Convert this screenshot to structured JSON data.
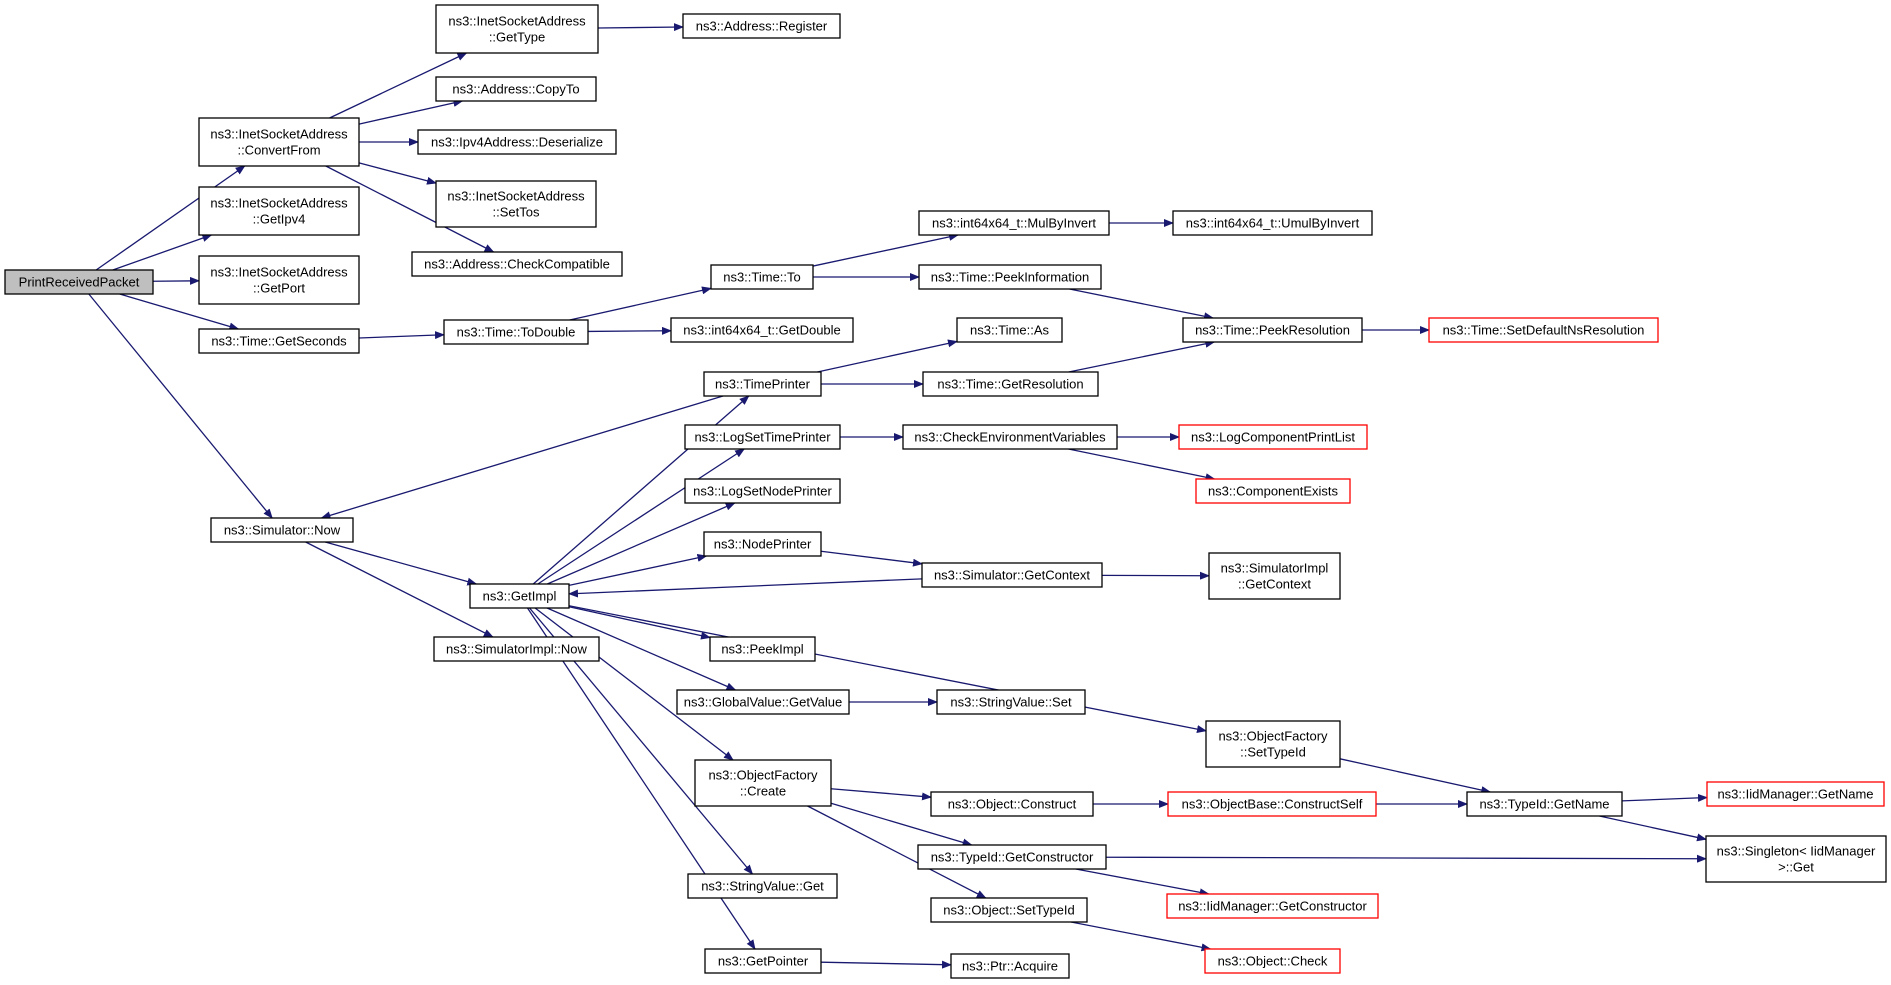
{
  "colors": {
    "edge": "#191970",
    "box_border": "#000000",
    "root_fill": "#bfbfbf",
    "incomplete_border": "#ff0000"
  },
  "nodes": [
    {
      "id": "root",
      "lines": [
        "PrintReceivedPacket"
      ],
      "root": true
    },
    {
      "id": "inet_convert",
      "lines": [
        "ns3::InetSocketAddress",
        "::ConvertFrom"
      ]
    },
    {
      "id": "inet_getipv4",
      "lines": [
        "ns3::InetSocketAddress",
        "::GetIpv4"
      ]
    },
    {
      "id": "inet_getport",
      "lines": [
        "ns3::InetSocketAddress",
        "::GetPort"
      ]
    },
    {
      "id": "time_getseconds",
      "lines": [
        "ns3::Time::GetSeconds"
      ]
    },
    {
      "id": "sim_now",
      "lines": [
        "ns3::Simulator::Now"
      ]
    },
    {
      "id": "inet_gettype",
      "lines": [
        "ns3::InetSocketAddress",
        "::GetType"
      ]
    },
    {
      "id": "addr_register",
      "lines": [
        "ns3::Address::Register"
      ]
    },
    {
      "id": "addr_copyto",
      "lines": [
        "ns3::Address::CopyTo"
      ]
    },
    {
      "id": "ipv4_deser",
      "lines": [
        "ns3::Ipv4Address::Deserialize"
      ]
    },
    {
      "id": "inet_settos",
      "lines": [
        "ns3::InetSocketAddress",
        "::SetTos"
      ]
    },
    {
      "id": "addr_checkcompat",
      "lines": [
        "ns3::Address::CheckCompatible"
      ]
    },
    {
      "id": "time_todouble",
      "lines": [
        "ns3::Time::ToDouble"
      ]
    },
    {
      "id": "int64_getdouble",
      "lines": [
        "ns3::int64x64_t::GetDouble"
      ]
    },
    {
      "id": "time_to",
      "lines": [
        "ns3::Time::To"
      ]
    },
    {
      "id": "int64_mulbyinvert",
      "lines": [
        "ns3::int64x64_t::MulByInvert"
      ]
    },
    {
      "id": "int64_umulbyinvert",
      "lines": [
        "ns3::int64x64_t::UmulByInvert"
      ]
    },
    {
      "id": "time_peekinfo",
      "lines": [
        "ns3::Time::PeekInformation"
      ]
    },
    {
      "id": "time_peekres",
      "lines": [
        "ns3::Time::PeekResolution"
      ]
    },
    {
      "id": "time_setdefault",
      "lines": [
        "ns3::Time::SetDefaultNsResolution"
      ],
      "incomplete": true
    },
    {
      "id": "time_as",
      "lines": [
        "ns3::Time::As"
      ]
    },
    {
      "id": "timeprinter",
      "lines": [
        "ns3::TimePrinter"
      ]
    },
    {
      "id": "time_getres",
      "lines": [
        "ns3::Time::GetResolution"
      ]
    },
    {
      "id": "logsettimeprinter",
      "lines": [
        "ns3::LogSetTimePrinter"
      ]
    },
    {
      "id": "checkenv",
      "lines": [
        "ns3::CheckEnvironmentVariables"
      ]
    },
    {
      "id": "logcompprint",
      "lines": [
        "ns3::LogComponentPrintList"
      ],
      "incomplete": true
    },
    {
      "id": "compexists",
      "lines": [
        "ns3::ComponentExists"
      ],
      "incomplete": true
    },
    {
      "id": "logsetnodeprinter",
      "lines": [
        "ns3::LogSetNodePrinter"
      ]
    },
    {
      "id": "nodeprinter",
      "lines": [
        "ns3::NodePrinter"
      ]
    },
    {
      "id": "sim_getcontext",
      "lines": [
        "ns3::Simulator::GetContext"
      ]
    },
    {
      "id": "simimpl_getcontext",
      "lines": [
        "ns3::SimulatorImpl",
        "::GetContext"
      ]
    },
    {
      "id": "getimpl",
      "lines": [
        "ns3::GetImpl"
      ]
    },
    {
      "id": "simimpl_now",
      "lines": [
        "ns3::SimulatorImpl::Now"
      ]
    },
    {
      "id": "peekimpl",
      "lines": [
        "ns3::PeekImpl"
      ]
    },
    {
      "id": "gv_getvalue",
      "lines": [
        "ns3::GlobalValue::GetValue"
      ]
    },
    {
      "id": "sv_set",
      "lines": [
        "ns3::StringValue::Set"
      ]
    },
    {
      "id": "of_settypeid",
      "lines": [
        "ns3::ObjectFactory",
        "::SetTypeId"
      ]
    },
    {
      "id": "typeid_getname",
      "lines": [
        "ns3::TypeId::GetName"
      ]
    },
    {
      "id": "iid_getname",
      "lines": [
        "ns3::IidManager::GetName"
      ],
      "incomplete": true
    },
    {
      "id": "of_create",
      "lines": [
        "ns3::ObjectFactory",
        "::Create"
      ]
    },
    {
      "id": "obj_construct",
      "lines": [
        "ns3::Object::Construct"
      ]
    },
    {
      "id": "objbase_constructself",
      "lines": [
        "ns3::ObjectBase::ConstructSelf"
      ],
      "incomplete": true
    },
    {
      "id": "typeid_getctor",
      "lines": [
        "ns3::TypeId::GetConstructor"
      ]
    },
    {
      "id": "singleton_get",
      "lines": [
        "ns3::Singleton< IidManager",
        " >::Get"
      ]
    },
    {
      "id": "iid_getctor",
      "lines": [
        "ns3::IidManager::GetConstructor"
      ],
      "incomplete": true
    },
    {
      "id": "sv_get",
      "lines": [
        "ns3::StringValue::Get"
      ]
    },
    {
      "id": "obj_settypeid",
      "lines": [
        "ns3::Object::SetTypeId"
      ]
    },
    {
      "id": "obj_check",
      "lines": [
        "ns3::Object::Check"
      ],
      "incomplete": true
    },
    {
      "id": "getpointer",
      "lines": [
        "ns3::GetPointer"
      ]
    },
    {
      "id": "ptr_acquire",
      "lines": [
        "ns3::Ptr::Acquire"
      ]
    }
  ],
  "edges": [
    [
      "root",
      "inet_convert"
    ],
    [
      "root",
      "inet_getipv4"
    ],
    [
      "root",
      "inet_getport"
    ],
    [
      "root",
      "time_getseconds"
    ],
    [
      "root",
      "sim_now"
    ],
    [
      "inet_convert",
      "inet_gettype"
    ],
    [
      "inet_convert",
      "addr_copyto"
    ],
    [
      "inet_convert",
      "ipv4_deser"
    ],
    [
      "inet_convert",
      "inet_settos"
    ],
    [
      "inet_convert",
      "addr_checkcompat"
    ],
    [
      "inet_gettype",
      "addr_register"
    ],
    [
      "time_getseconds",
      "time_todouble"
    ],
    [
      "time_todouble",
      "int64_getdouble"
    ],
    [
      "time_todouble",
      "time_to"
    ],
    [
      "time_to",
      "int64_mulbyinvert"
    ],
    [
      "time_to",
      "time_peekinfo"
    ],
    [
      "int64_mulbyinvert",
      "int64_umulbyinvert"
    ],
    [
      "time_peekinfo",
      "time_peekres"
    ],
    [
      "time_peekres",
      "time_setdefault"
    ],
    [
      "timeprinter",
      "time_as"
    ],
    [
      "timeprinter",
      "time_getres"
    ],
    [
      "timeprinter",
      "sim_now"
    ],
    [
      "time_getres",
      "time_peekres"
    ],
    [
      "sim_now",
      "getimpl"
    ],
    [
      "sim_now",
      "simimpl_now"
    ],
    [
      "getimpl",
      "timeprinter"
    ],
    [
      "getimpl",
      "logsettimeprinter"
    ],
    [
      "getimpl",
      "logsetnodeprinter"
    ],
    [
      "getimpl",
      "nodeprinter"
    ],
    [
      "getimpl",
      "peekimpl"
    ],
    [
      "getimpl",
      "gv_getvalue"
    ],
    [
      "getimpl",
      "of_settypeid"
    ],
    [
      "getimpl",
      "of_create"
    ],
    [
      "getimpl",
      "sv_get"
    ],
    [
      "getimpl",
      "getpointer"
    ],
    [
      "logsettimeprinter",
      "checkenv"
    ],
    [
      "checkenv",
      "logcompprint"
    ],
    [
      "checkenv",
      "compexists"
    ],
    [
      "nodeprinter",
      "sim_getcontext"
    ],
    [
      "sim_getcontext",
      "simimpl_getcontext"
    ],
    [
      "sim_getcontext",
      "getimpl"
    ],
    [
      "gv_getvalue",
      "sv_set"
    ],
    [
      "of_settypeid",
      "typeid_getname"
    ],
    [
      "typeid_getname",
      "iid_getname"
    ],
    [
      "typeid_getname",
      "singleton_get"
    ],
    [
      "of_create",
      "obj_construct"
    ],
    [
      "of_create",
      "typeid_getctor"
    ],
    [
      "of_create",
      "obj_settypeid"
    ],
    [
      "obj_construct",
      "objbase_constructself"
    ],
    [
      "objbase_constructself",
      "typeid_getname"
    ],
    [
      "typeid_getctor",
      "singleton_get"
    ],
    [
      "typeid_getctor",
      "iid_getctor"
    ],
    [
      "obj_settypeid",
      "obj_check"
    ],
    [
      "getpointer",
      "ptr_acquire"
    ]
  ]
}
